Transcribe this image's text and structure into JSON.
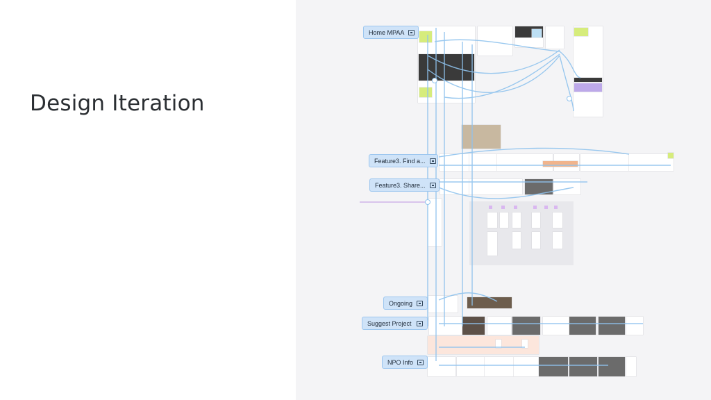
{
  "slide": {
    "title": "Design Iteration"
  },
  "canvas": {
    "section_labels": [
      {
        "id": "home",
        "text": "Home MPAA",
        "icon": "frame-icon"
      },
      {
        "id": "feature-find",
        "text": "Feature3. Find a...",
        "icon": "frame-icon"
      },
      {
        "id": "feature-share",
        "text": "Feature3. Share...",
        "icon": "frame-icon"
      },
      {
        "id": "ongoing",
        "text": "Ongoing",
        "icon": "frame-icon"
      },
      {
        "id": "suggest",
        "text": "Suggest Project",
        "icon": "frame-icon"
      },
      {
        "id": "npo",
        "text": "NPO Info",
        "icon": "frame-icon"
      }
    ]
  },
  "colors": {
    "canvas_bg": "#f4f4f6",
    "label_bg": "#cfe3f8",
    "connector": "#8fc3ee",
    "accent_lime": "#d6ec7c",
    "accent_peach": "#fce6dc"
  }
}
